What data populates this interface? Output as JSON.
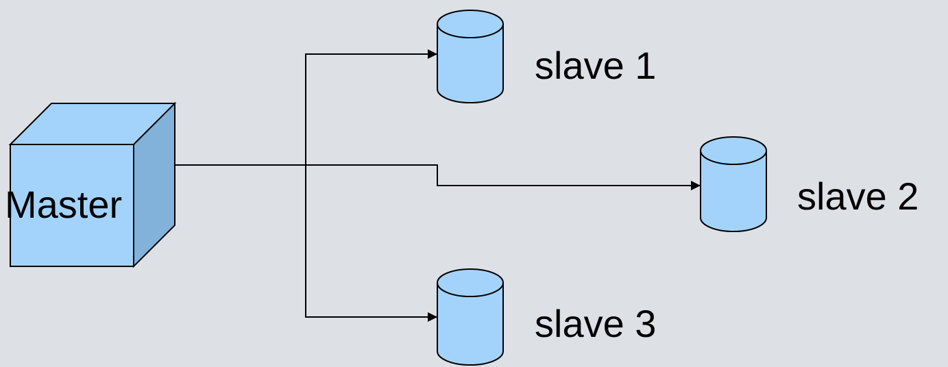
{
  "diagram": {
    "master": {
      "label": "Master"
    },
    "slaves": [
      {
        "label": "slave 1"
      },
      {
        "label": "slave 2"
      },
      {
        "label": "slave 3"
      }
    ]
  },
  "colors": {
    "background": "#dde0e5",
    "shape_front": "#a3d3fb",
    "shape_side": "#82b1d9",
    "outline": "#000000"
  }
}
